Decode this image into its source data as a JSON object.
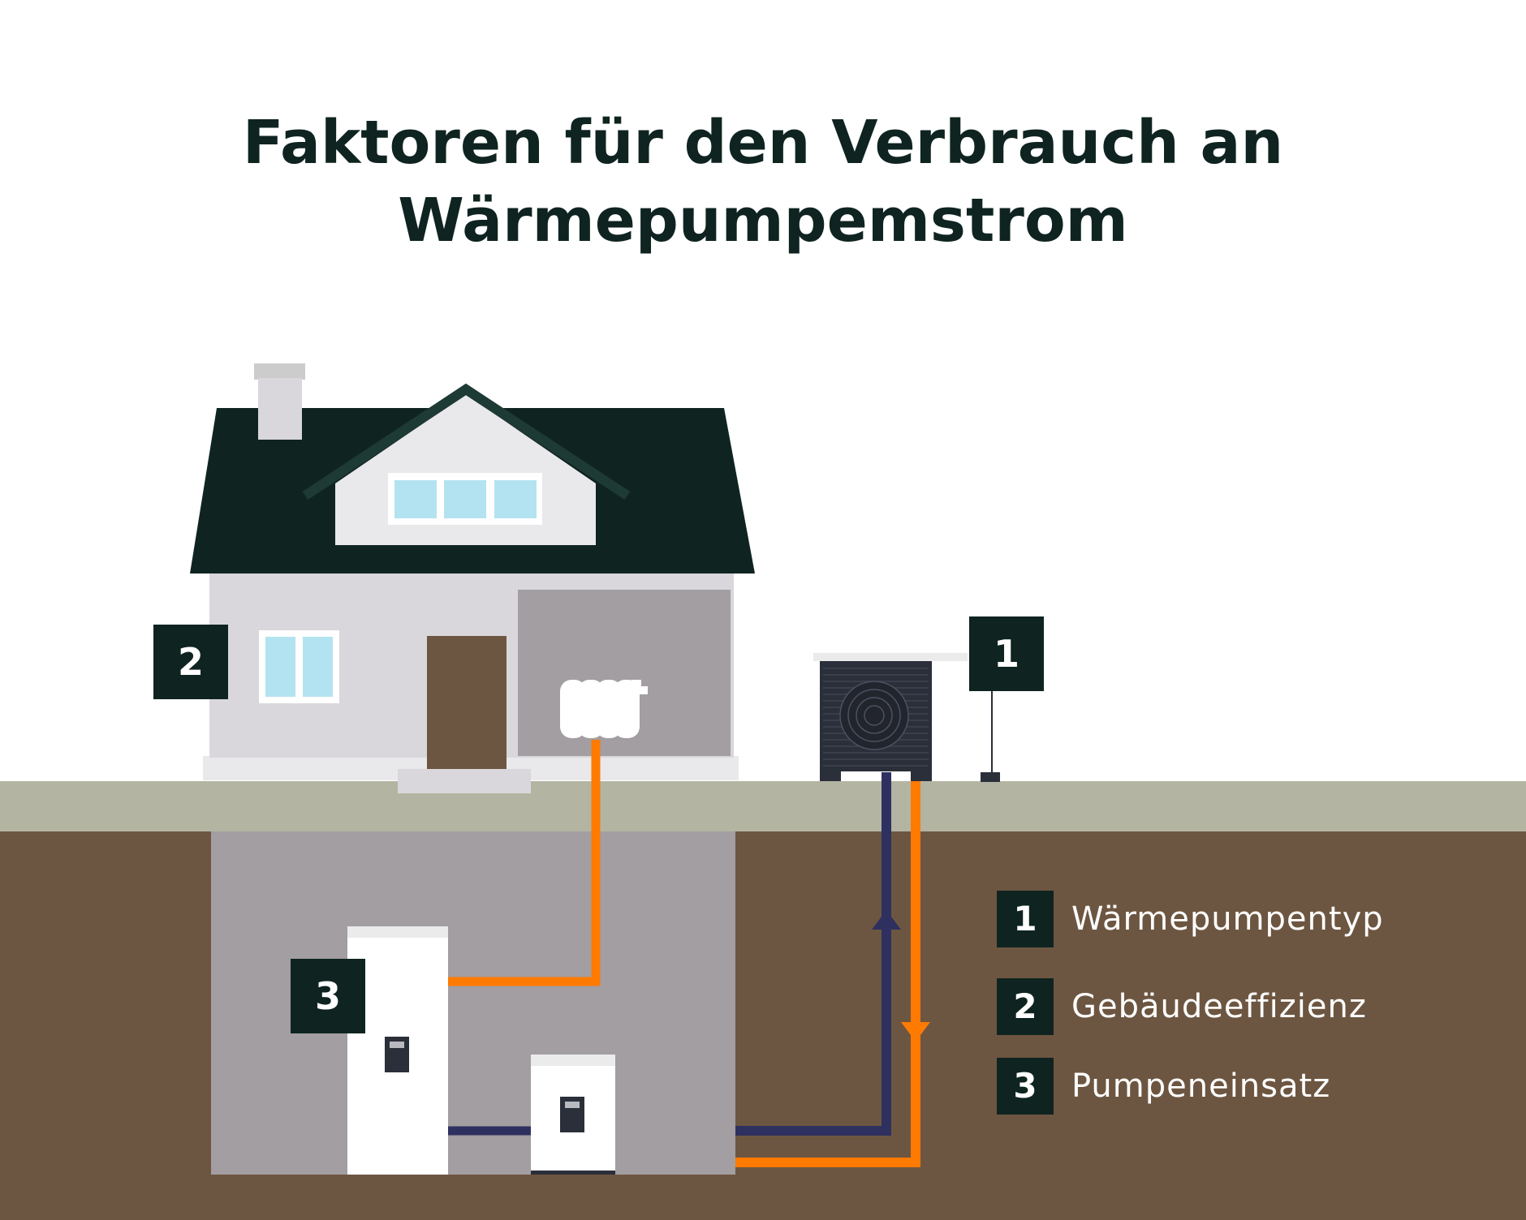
{
  "title": {
    "line1": "Faktoren für den Verbrauch an",
    "line2": "Wärmepumpemstrom"
  },
  "markers": {
    "heat_pump": "1",
    "building": "2",
    "usage": "3"
  },
  "legend": [
    {
      "number": "1",
      "label": "Wärmepumpentyp"
    },
    {
      "number": "2",
      "label": "Gebäudeeffizienz"
    },
    {
      "number": "3",
      "label": "Pumpeneinsatz"
    }
  ],
  "colors": {
    "dark_green": "#0f2420",
    "ground_surface": "#b3b4a2",
    "soil": "#6d5641",
    "basement": "#a29ea1",
    "house_wall": "#d9d7db",
    "window_glass": "#b3e3f0",
    "door": "#6d5641",
    "hot_pipe": "#ff7a00",
    "cold_pipe": "#2e3160",
    "heat_pump_unit": "#2b2f3a"
  }
}
